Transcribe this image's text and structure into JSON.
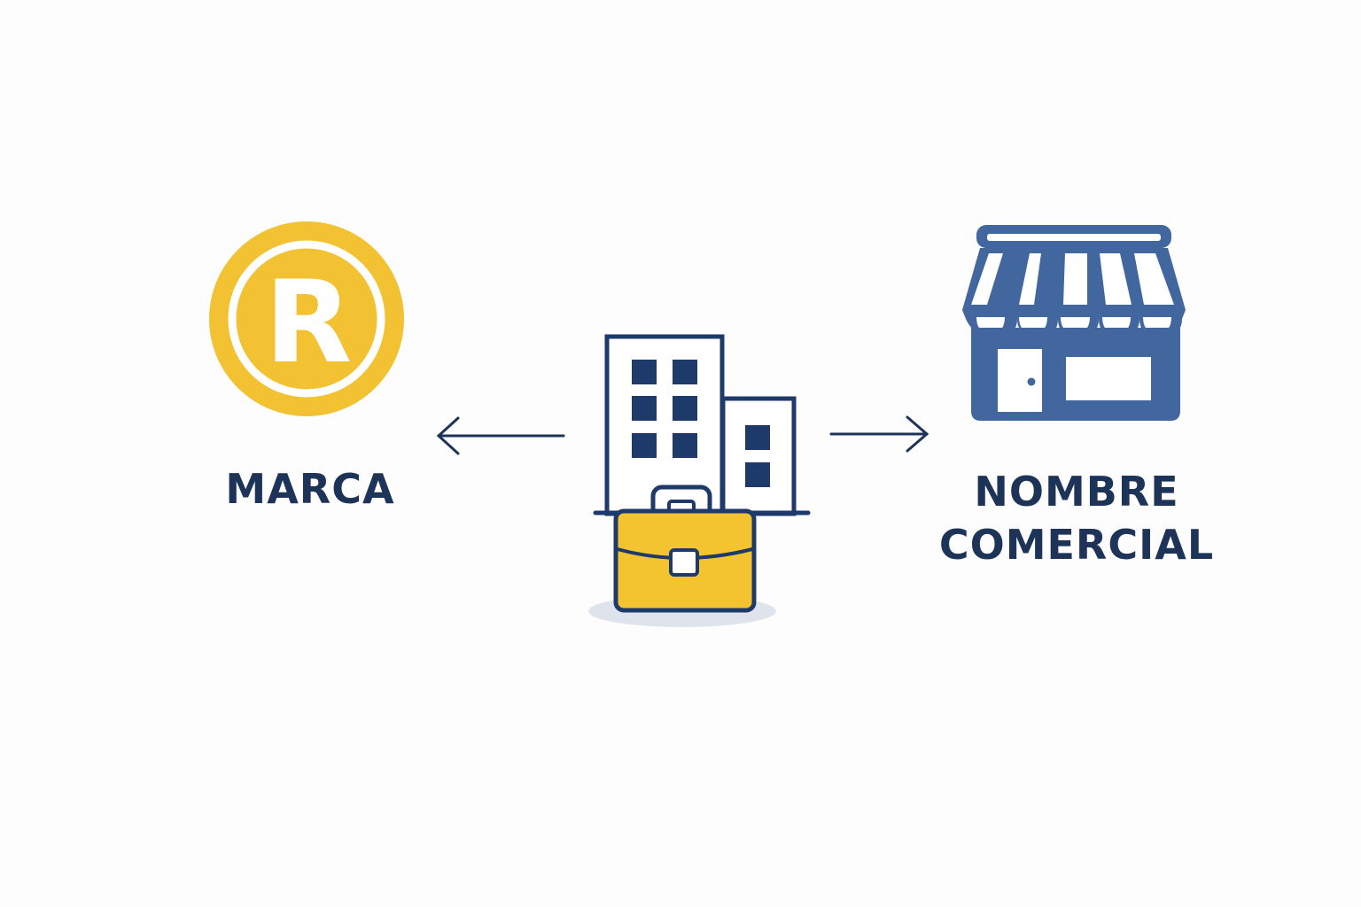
{
  "left_node": {
    "label": "MARCA",
    "icon": "registered-trademark-icon",
    "icon_letter": "R",
    "color": "#f2c232"
  },
  "center_node": {
    "icons": [
      "office-building-icon",
      "briefcase-icon"
    ],
    "building_color": "#1d3a6b",
    "briefcase_color": "#f4c430"
  },
  "right_node": {
    "label_line1": "NOMBRE",
    "label_line2": "COMERCIAL",
    "icon": "storefront-icon",
    "color": "#41679e"
  },
  "colors": {
    "text": "#1d3357",
    "arrow": "#1d3357",
    "shadow": "#dfe3ec",
    "background": "#fdfdfd"
  }
}
